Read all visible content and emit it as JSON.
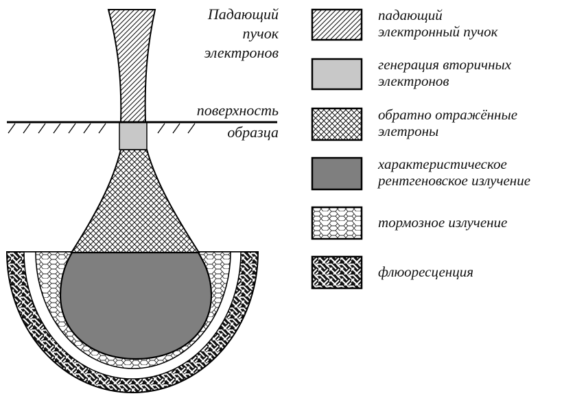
{
  "diagram": {
    "beam_label": [
      "Падающий",
      "пучок",
      "электронов"
    ],
    "surface_label_top": "поверхность",
    "surface_label_bottom": "образца"
  },
  "legend": [
    {
      "id": "incident-beam",
      "pattern": "diagonal-hatch",
      "lines": [
        "падающий",
        "электронный пучок"
      ]
    },
    {
      "id": "secondary-electrons",
      "pattern": "solid-light-gray",
      "color": "#c8c8c8",
      "lines": [
        "генерация вторичных",
        "электронов"
      ]
    },
    {
      "id": "backscattered-electrons",
      "pattern": "crosshatch",
      "lines": [
        "обратно отражённые",
        "элетроны"
      ]
    },
    {
      "id": "characteristic-xray",
      "pattern": "solid-dark-gray",
      "color": "#7f7f7f",
      "lines": [
        "характеристическое",
        "рентгеновское излучение"
      ]
    },
    {
      "id": "bremsstrahlung",
      "pattern": "hexagon-cells",
      "lines": [
        "тормозное излучение"
      ]
    },
    {
      "id": "fluorescence",
      "pattern": "woven-basket",
      "lines": [
        "флюоресценция"
      ]
    }
  ]
}
